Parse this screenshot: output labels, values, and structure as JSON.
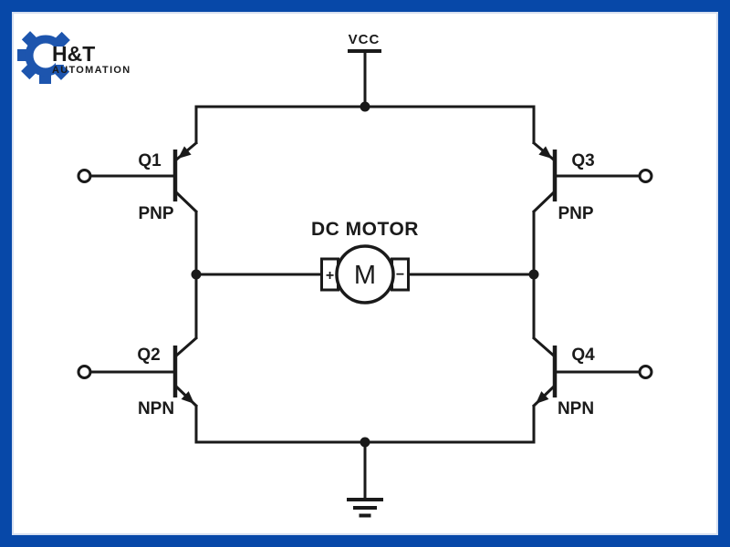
{
  "logo": {
    "name": "H&T",
    "subtitle": "AUTOMATION"
  },
  "power": {
    "vcc_label": "VCC"
  },
  "motor": {
    "title": "DC MOTOR",
    "symbol": "M",
    "positive": "+",
    "negative": "−"
  },
  "transistors": [
    {
      "id": "Q1",
      "type": "PNP"
    },
    {
      "id": "Q2",
      "type": "NPN"
    },
    {
      "id": "Q3",
      "type": "PNP"
    },
    {
      "id": "Q4",
      "type": "NPN"
    }
  ],
  "colors": {
    "frame_blue": "#0748a8",
    "logo_blue": "#1d55ae",
    "line_black": "#1a1a1a",
    "background": "#ffffff"
  }
}
